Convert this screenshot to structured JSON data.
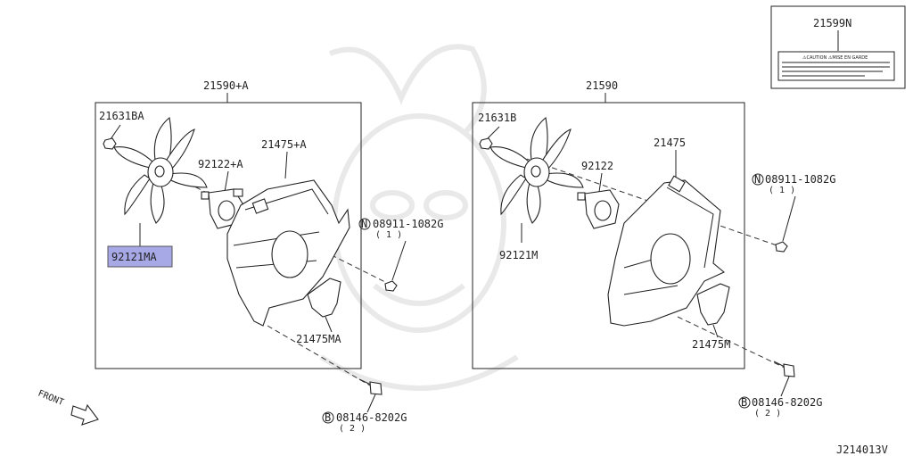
{
  "label_box": {
    "part": "21599N",
    "caution_text": "⚠CAUTION   ⚠MISE EN GARDE"
  },
  "left_assembly": {
    "title": "21590+A",
    "nut": "21631BA",
    "motor": "92122+A",
    "shroud": "21475+A",
    "fan_blade": "92121MA",
    "bracket": "21475MA",
    "nut_bolt": {
      "circle": "N",
      "part": "08911-1082G",
      "qty": "( 1 )"
    },
    "bolt": {
      "circle": "B",
      "part": "08146-8202G",
      "qty": "( 2 )"
    }
  },
  "right_assembly": {
    "title": "21590",
    "nut": "21631B",
    "motor": "92122",
    "shroud": "21475",
    "fan_blade": "92121M",
    "bracket": "21475M",
    "nut_bolt": {
      "circle": "N",
      "part": "08911-1082G",
      "qty": "( 1 )"
    },
    "bolt": {
      "circle": "B",
      "part": "08146-8202G",
      "qty": "( 2 )"
    }
  },
  "front_label": "FRONT",
  "diagram_code": "J214013V",
  "highlight_color": "#a7a9e6"
}
